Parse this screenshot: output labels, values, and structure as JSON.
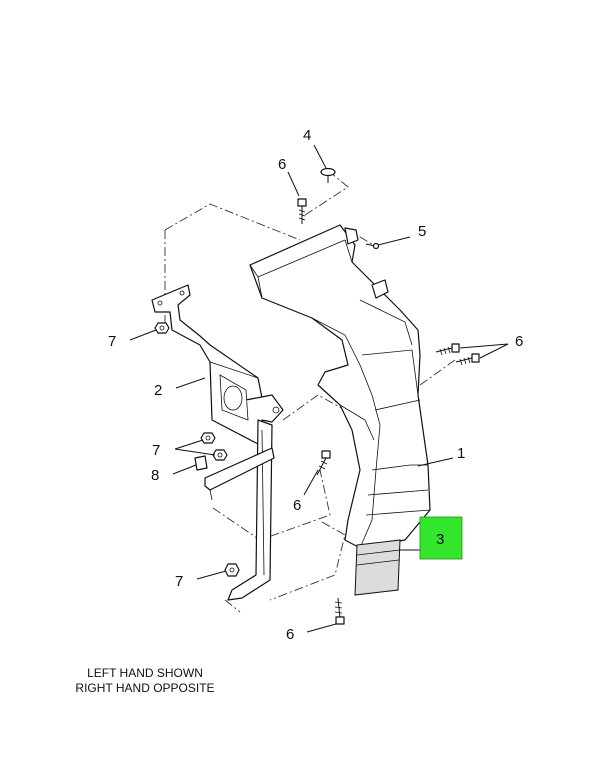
{
  "callouts": {
    "c4": "4",
    "c6_top": "6",
    "c5": "5",
    "c6_right": "6",
    "c7_upper": "7",
    "c2": "2",
    "c1": "1",
    "c7_mid": "7",
    "c8": "8",
    "c6_mid": "6",
    "c3": "3",
    "c7_lower": "7",
    "c6_bottom": "6"
  },
  "highlight": {
    "label": "3",
    "color": "#33e62b"
  },
  "note": {
    "line1": "LEFT HAND SHOWN",
    "line2": "RIGHT HAND OPPOSITE"
  }
}
